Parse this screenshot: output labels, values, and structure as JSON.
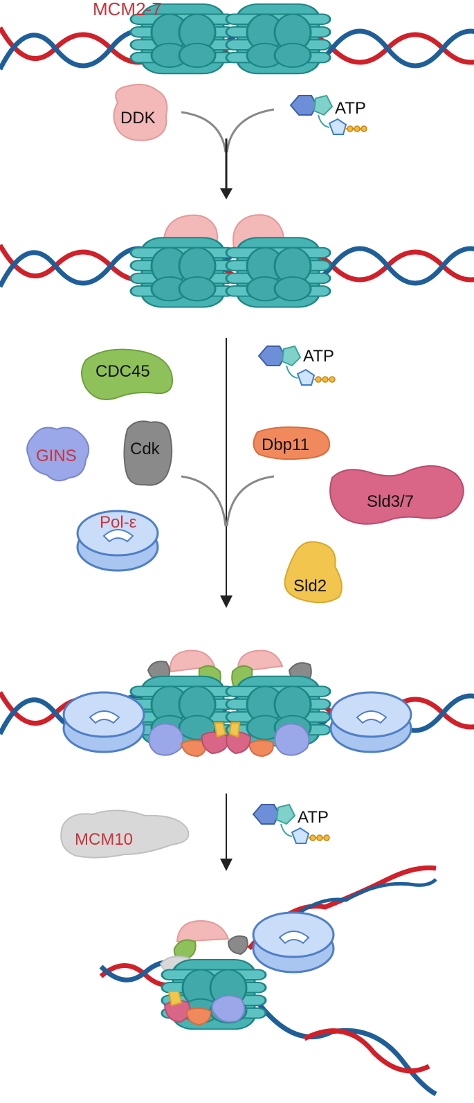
{
  "labels": {
    "mcm27": "MCM2-7",
    "ddk": "DDK",
    "atp1": "ATP",
    "atp2": "ATP",
    "atp3": "ATP",
    "cdc45": "CDC45",
    "gins": "GINS",
    "cdk": "Cdk",
    "dbp11": "Dbp11",
    "sld37": "Sld3/7",
    "pol_e": "Pol-ε",
    "sld2": "Sld2",
    "mcm10": "MCM10"
  },
  "colors": {
    "dna_red": "#d0202a",
    "dna_blue": "#1f5f99",
    "mcm_teal": "#47b3b3",
    "mcm_dark": "#1e8585",
    "ddk_pink": "#f3b8b8",
    "cdc45_green": "#8fc15a",
    "gins_blue": "#9aa7e8",
    "cdk_gray": "#8a8a8a",
    "dbp11_orange": "#f08a5d",
    "sld37_pink": "#d96687",
    "pol_e_blue": "#b9d3f5",
    "sld2_yellow": "#f2c64e",
    "mcm10_gray": "#d8d8d8",
    "label_red": "#c8333a",
    "label_black": "#111111"
  },
  "icons": [
    "dna-helix",
    "mcm-hexamer",
    "atp-molecule",
    "merge-arrow",
    "protein-blob"
  ]
}
